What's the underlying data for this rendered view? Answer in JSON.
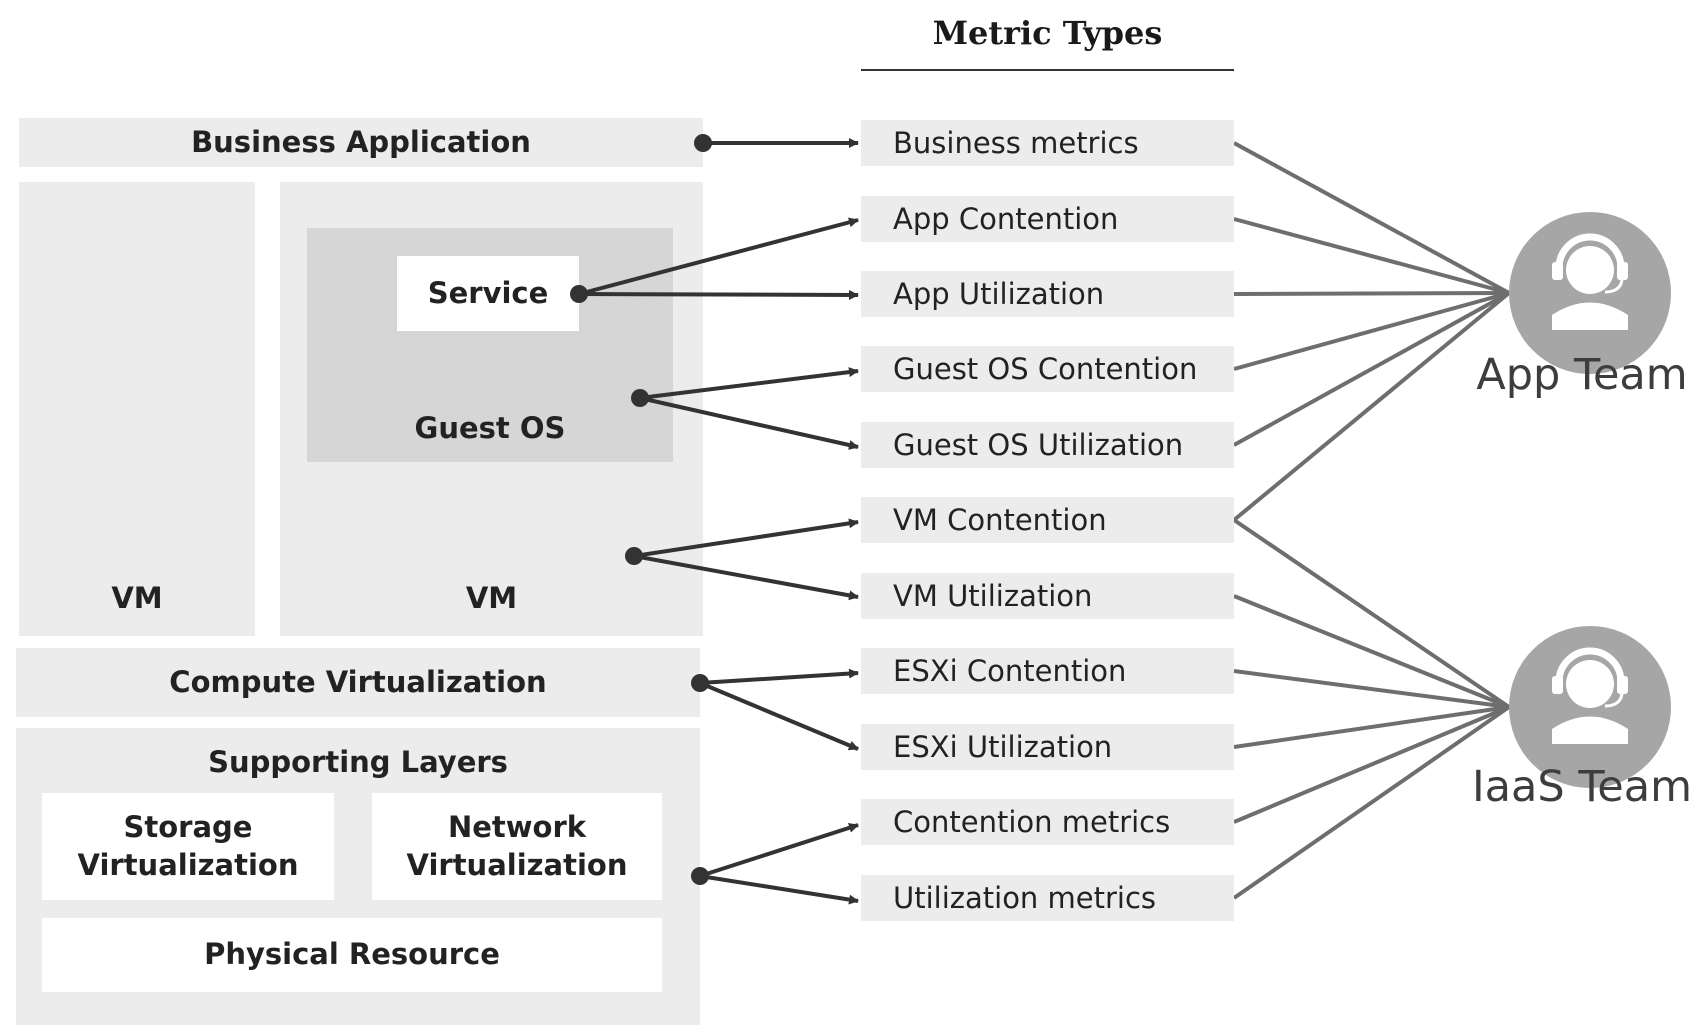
{
  "metric_types_title": "Metric Types",
  "layers": {
    "business_application": "Business Application",
    "vm_left": "VM",
    "vm_right": "VM",
    "service": "Service",
    "guest_os": "Guest OS",
    "compute_virtualization": "Compute Virtualization",
    "supporting_layers": "Supporting Layers",
    "storage_virtualization": "Storage\nVirtualization",
    "network_virtualization": "Network\nVirtualization",
    "physical_resource": "Physical Resource"
  },
  "metrics": [
    "Business metrics",
    "App Contention",
    "App Utilization",
    "Guest OS Contention",
    "Guest OS Utilization",
    "VM Contention",
    "VM Utilization",
    "ESXi Contention",
    "ESXi Utilization",
    "Contention metrics",
    "Utilization metrics"
  ],
  "teams": {
    "app_team": "App Team",
    "iaas_team": "IaaS Team"
  },
  "icons": {
    "team_icon": "headset-person-icon"
  },
  "colors": {
    "panel_light": "#ececec",
    "panel_mid": "#d6d6d6",
    "arrow_dark": "#333333",
    "line_gray": "#6e6e6e",
    "team_circle": "#a6a6a6"
  }
}
